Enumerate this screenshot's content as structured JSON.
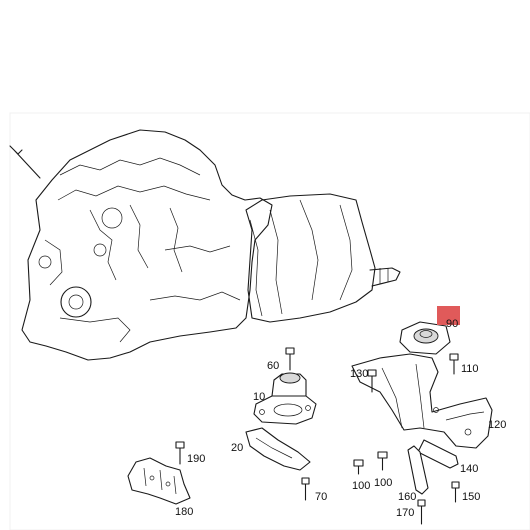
{
  "diagram": {
    "highlight_color": "#e05a5a",
    "line_color": "#1a1a1a",
    "callouts": {
      "p10": "10",
      "p20": "20",
      "p60": "60",
      "p70": "70",
      "p90": "90",
      "p100a": "100",
      "p100b": "100",
      "p110": "110",
      "p120": "120",
      "p130": "130",
      "p140": "140",
      "p150": "150",
      "p160": "160",
      "p170": "170",
      "p180": "180",
      "p190": "190"
    }
  }
}
